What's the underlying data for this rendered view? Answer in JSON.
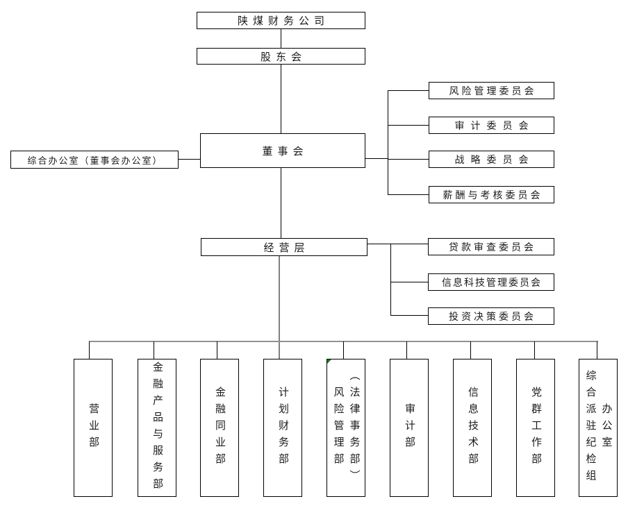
{
  "nodes": {
    "company": "陕煤财务公司",
    "shareholders": "股东会",
    "board": "董事会",
    "board_office": "综合办公室（董事会办公室）",
    "management": "经营层"
  },
  "board_committees": [
    "风险管理委员会",
    "审计委员会",
    "战略委员会",
    "薪酬与考核委员会"
  ],
  "management_committees": [
    "贷款审查委员会",
    "信息科技管理委员会",
    "投资决策委员会"
  ],
  "departments": [
    [
      "营业部"
    ],
    [
      "金融产品与服务部"
    ],
    [
      "金融同业部"
    ],
    [
      "计划财务部"
    ],
    [
      "风险管理部",
      "（法律事务部）"
    ],
    [
      "审计部"
    ],
    [
      "信息技术部"
    ],
    [
      "党群工作部"
    ],
    [
      "综合派驻纪检组",
      "办公室"
    ]
  ],
  "colors": {
    "line": "#000000",
    "trunk_line": "#808080",
    "comment_marker_green": "#0f7f0f",
    "background": "#ffffff"
  }
}
